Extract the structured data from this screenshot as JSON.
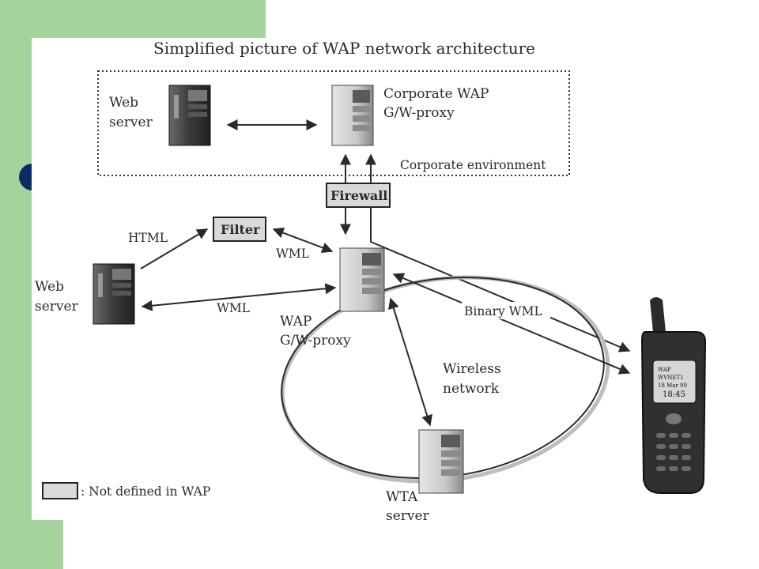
{
  "title": "Simplified picture of WAP network architecture",
  "corporate": {
    "environment_label": "Corporate environment",
    "web_server_line1": "Web",
    "web_server_line2": "server",
    "proxy_line1": "Corporate WAP",
    "proxy_line2": "G/W-proxy"
  },
  "firewall_label": "Firewall",
  "filter_label": "Filter",
  "web_server": {
    "line1": "Web",
    "line2": "server"
  },
  "wap_proxy": {
    "line1": "WAP",
    "line2": "G/W-proxy"
  },
  "wta_server": {
    "line1": "WTA",
    "line2": "server"
  },
  "wireless": {
    "line1": "Wireless",
    "line2": "network"
  },
  "edge_labels": {
    "html": "HTML",
    "wml_filter": "WML",
    "wml_server": "WML",
    "binary_wml": "Binary WML"
  },
  "phone_screen": {
    "line1": "WAP",
    "line2": "WVNET1",
    "line3": "18 Mar 99",
    "line4": "18:45"
  },
  "legend_label": ": Not defined in WAP",
  "icons": [
    "server-tower-icon",
    "mobile-phone-icon"
  ],
  "colors": {
    "green_panel": "#a4d49c",
    "bullet": "#0b2a66",
    "box_fill": "#d9d9d9"
  }
}
